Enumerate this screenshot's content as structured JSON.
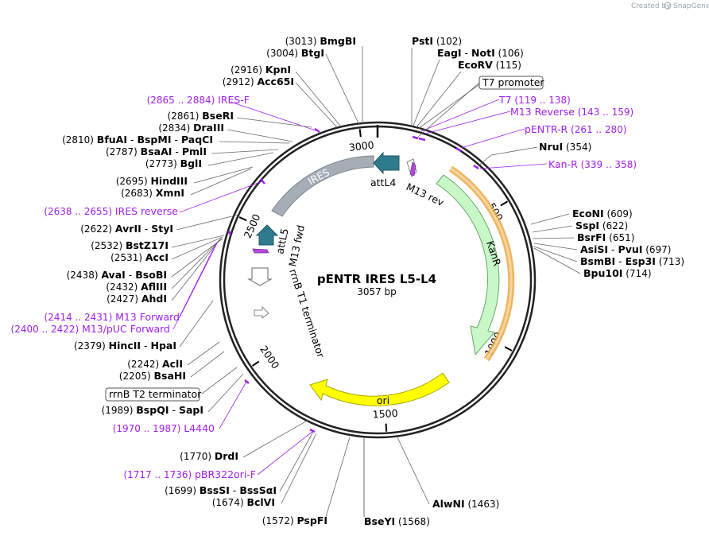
{
  "watermark": {
    "prefix": "Created by",
    "brand": "SnapGene"
  },
  "plasmid": {
    "name": "pENTR IRES L5-L4",
    "length_label": "3057 bp",
    "length": 3057
  },
  "ticks": [
    {
      "pos": 500,
      "label": "500"
    },
    {
      "pos": 1000,
      "label": "1000"
    },
    {
      "pos": 1500,
      "label": "1500"
    },
    {
      "pos": 2000,
      "label": "2000"
    },
    {
      "pos": 2500,
      "label": "2500"
    },
    {
      "pos": 3000,
      "label": "3000"
    }
  ],
  "features": [
    {
      "name": "IRES",
      "color": "#a6adb5",
      "stroke": "#7d858e"
    },
    {
      "name": "attL4",
      "color": "#2e7b8e",
      "stroke": "#1f5663"
    },
    {
      "name": "M13 rev",
      "color": "#b14bd8",
      "stroke": "#7a2ea0"
    },
    {
      "name": "KanR",
      "color": "#c8f7c8",
      "stroke": "#6aa86a"
    },
    {
      "name": "ori",
      "color": "#ffff00",
      "stroke": "#a8a800"
    },
    {
      "name": "attL5",
      "color": "#2e7b8e",
      "stroke": "#1f5663"
    },
    {
      "name": "M13 fwd",
      "color": "#b14bd8",
      "stroke": "#7a2ea0"
    },
    {
      "name": "rrnB T1 terminator",
      "color": "#ffffff",
      "stroke": "#666666"
    },
    {
      "name": "rrnB T2 terminator",
      "color": "#ffffff",
      "stroke": "#666666"
    },
    {
      "name": "T7 promoter",
      "color": "#ffffff",
      "stroke": "#666666"
    }
  ],
  "labels_right": [
    {
      "pos": "(3013)",
      "name": "BmgBI"
    },
    {
      "pos": "(3004)",
      "name": "BtgI"
    },
    {
      "name": "PstI",
      "pos": "(102)"
    },
    {
      "name": "EagI",
      "sep": "-",
      "name2": "NotI",
      "pos": "(106)"
    },
    {
      "name": "EcoRV",
      "pos": "(115)"
    }
  ],
  "enzymes_left": [
    {
      "pos": "(3013)",
      "name": "BmgBI"
    },
    {
      "pos": "(3004)",
      "name": "BtgI"
    },
    {
      "pos": "(2916)",
      "name": "KpnI"
    },
    {
      "pos": "(2912)",
      "name": "Acc65I"
    },
    {
      "pos": "(2861)",
      "name": "BseRI"
    },
    {
      "pos": "(2834)",
      "name": "DraIII"
    },
    {
      "pos": "(2810)",
      "name": "BfuAI",
      "sep": "-",
      "name2": "BspMI",
      "sep2": "-",
      "name3": "PaqCI"
    },
    {
      "pos": "(2787)",
      "name": "BsaAI",
      "sep": "-",
      "name2": "PmlI"
    },
    {
      "pos": "(2773)",
      "name": "BglI"
    },
    {
      "pos": "(2695)",
      "name": "HindIII"
    },
    {
      "pos": "(2683)",
      "name": "XmnI"
    },
    {
      "pos": "(2622)",
      "name": "AvrII",
      "sep": "-",
      "name2": "StyI"
    },
    {
      "pos": "(2532)",
      "name": "BstZ17I"
    },
    {
      "pos": "(2531)",
      "name": "AccI"
    },
    {
      "pos": "(2438)",
      "name": "AvaI",
      "sep": "-",
      "name2": "BsoBI"
    },
    {
      "pos": "(2432)",
      "name": "AflIII"
    },
    {
      "pos": "(2427)",
      "name": "AhdI"
    },
    {
      "pos": "(2379)",
      "name": "HincII",
      "sep": "-",
      "name2": "HpaI"
    },
    {
      "pos": "(2242)",
      "name": "AclI"
    },
    {
      "pos": "(2205)",
      "name": "BsaHI"
    },
    {
      "pos": "(1989)",
      "name": "BspQI",
      "sep": "-",
      "name2": "SapI"
    },
    {
      "pos": "(1770)",
      "name": "DrdI"
    },
    {
      "pos": "(1699)",
      "name": "BssSI",
      "sep": "-",
      "name2": "BssSαI"
    },
    {
      "pos": "(1674)",
      "name": "BclVI"
    },
    {
      "pos": "(1572)",
      "name": "PspFI"
    }
  ],
  "enzymes_right": [
    {
      "name": "PstI",
      "pos": "(102)"
    },
    {
      "name": "EagI",
      "sep": "-",
      "name2": "NotI",
      "pos": "(106)"
    },
    {
      "name": "EcoRV",
      "pos": "(115)"
    },
    {
      "name": "NruI",
      "pos": "(354)"
    },
    {
      "name": "EcoNI",
      "pos": "(609)"
    },
    {
      "name": "SspI",
      "pos": "(622)"
    },
    {
      "name": "BsrFI",
      "pos": "(651)"
    },
    {
      "name": "AsiSI",
      "sep": "-",
      "name2": "PvuI",
      "pos": "(697)"
    },
    {
      "name": "BsmBI",
      "sep": "-",
      "name2": "Esp3I",
      "pos": "(713)"
    },
    {
      "name": "Bpu10I",
      "pos": "(714)"
    },
    {
      "name": "AlwNI",
      "pos": "(1463)"
    },
    {
      "name": "BseYI",
      "pos": "(1568)"
    }
  ],
  "primers": [
    {
      "range": "(2865 .. 2884)",
      "name": "IRES-F"
    },
    {
      "range": "(2638 .. 2655)",
      "name": "IRES reverse"
    },
    {
      "range": "(2414 .. 2431)",
      "name": "M13 Forward"
    },
    {
      "range": "(2400 .. 2422)",
      "name": "M13/pUC Forward"
    },
    {
      "range": "(1970 .. 1987)",
      "name": "L4440"
    },
    {
      "range": "(1717 .. 1736)",
      "name": "pBR322ori-F"
    },
    {
      "name": "T7",
      "range": "(119 .. 138)"
    },
    {
      "name": "M13 Reverse",
      "range": "(143 .. 159)"
    },
    {
      "name": "pENTR-R",
      "range": "(261 .. 280)"
    },
    {
      "name": "Kan-R",
      "range": "(339 .. 358)"
    }
  ]
}
